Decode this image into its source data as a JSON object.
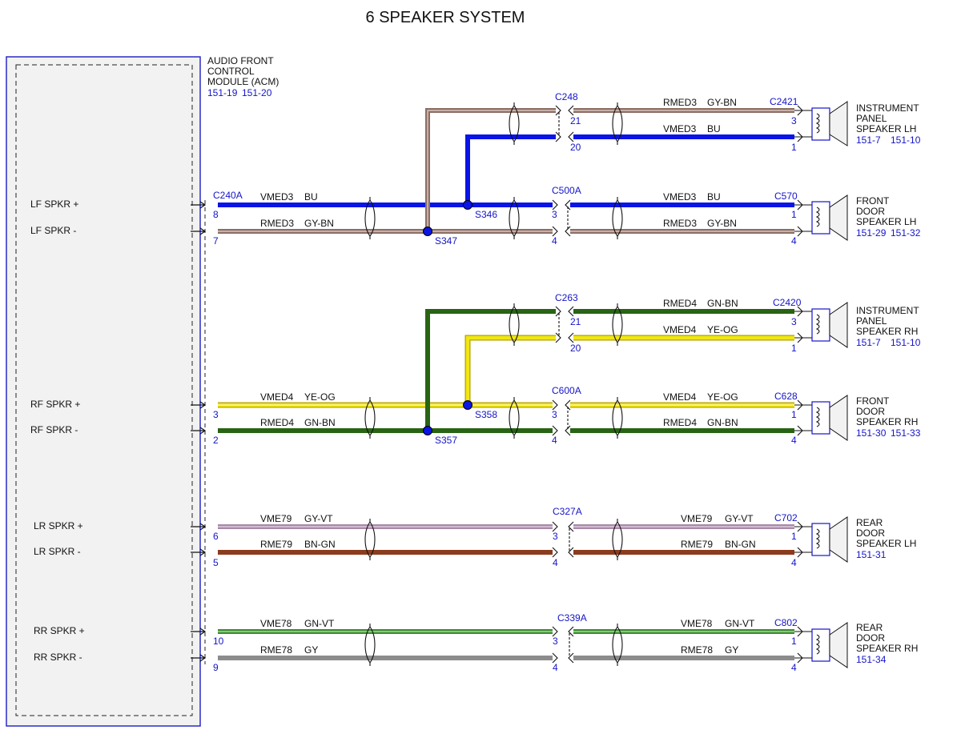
{
  "title": "6 SPEAKER SYSTEM",
  "colors": {
    "BU": "#0a14e6",
    "GY-BN": "#8c6e64",
    "GN-BN": "#286414",
    "YE-OG": "#f0e614",
    "GY-VT": "#b496b4",
    "BN-GN": "#8c3c1e",
    "GN-VT": "#4ba03c",
    "GY": "#8c8c8c",
    "ref": "#1414c8"
  },
  "module": {
    "name_lines": [
      "AUDIO FRONT",
      "CONTROL",
      "MODULE (ACM)"
    ],
    "refs": [
      "151-19",
      "151-20"
    ]
  },
  "pin_labels": [
    "LF SPKR +",
    "LF SPKR -",
    "RF SPKR +",
    "RF SPKR -",
    "LR SPKR +",
    "LR SPKR -",
    "RR SPKR +",
    "RR SPKR -"
  ],
  "left_connectors": [
    {
      "name": "C240A",
      "pins": [
        "8",
        "7"
      ]
    },
    {
      "name": "",
      "pins": [
        "3",
        "2"
      ]
    },
    {
      "name": "",
      "pins": [
        "6",
        "5"
      ]
    },
    {
      "name": "",
      "pins": [
        "10",
        "9"
      ]
    }
  ],
  "splices": [
    "S346",
    "S347",
    "S358",
    "S357"
  ],
  "mid_connectors": [
    {
      "name": "C248",
      "pins": [
        "21",
        "20"
      ]
    },
    {
      "name": "C500A",
      "pins": [
        "3",
        "4"
      ]
    },
    {
      "name": "C263",
      "pins": [
        "21",
        "20"
      ]
    },
    {
      "name": "C600A",
      "pins": [
        "3",
        "4"
      ]
    },
    {
      "name": "C327A",
      "pins": [
        "3",
        "4"
      ]
    },
    {
      "name": "C339A",
      "pins": [
        "3",
        "4"
      ]
    }
  ],
  "speaker_connectors": [
    {
      "name": "C2421",
      "pins": [
        "3",
        "1"
      ]
    },
    {
      "name": "C570",
      "pins": [
        "1",
        "4"
      ]
    },
    {
      "name": "C2420",
      "pins": [
        "3",
        "1"
      ]
    },
    {
      "name": "C628",
      "pins": [
        "1",
        "4"
      ]
    },
    {
      "name": "C702",
      "pins": [
        "1",
        "4"
      ]
    },
    {
      "name": "C802",
      "pins": [
        "1",
        "4"
      ]
    }
  ],
  "wires": {
    "lf_pos": {
      "circuit": "VMED3",
      "color": "BU"
    },
    "lf_neg": {
      "circuit": "RMED3",
      "color": "GY-BN"
    },
    "lf_pos_r": {
      "circuit": "VMED3",
      "color": "BU"
    },
    "lf_neg_r": {
      "circuit": "RMED3",
      "color": "GY-BN"
    },
    "iplh_top": {
      "circuit": "RMED3",
      "color": "GY-BN"
    },
    "iplh_bot": {
      "circuit": "VMED3",
      "color": "BU"
    },
    "rf_pos": {
      "circuit": "VMED4",
      "color": "YE-OG"
    },
    "rf_neg": {
      "circuit": "RMED4",
      "color": "GN-BN"
    },
    "rf_pos_r": {
      "circuit": "VMED4",
      "color": "YE-OG"
    },
    "rf_neg_r": {
      "circuit": "RMED4",
      "color": "GN-BN"
    },
    "iprh_top": {
      "circuit": "RMED4",
      "color": "GN-BN"
    },
    "iprh_bot": {
      "circuit": "VMED4",
      "color": "YE-OG"
    },
    "lr_pos": {
      "circuit": "VME79",
      "color": "GY-VT"
    },
    "lr_neg": {
      "circuit": "RME79",
      "color": "BN-GN"
    },
    "lr_pos_r": {
      "circuit": "VME79",
      "color": "GY-VT"
    },
    "lr_neg_r": {
      "circuit": "RME79",
      "color": "BN-GN"
    },
    "rr_pos": {
      "circuit": "VME78",
      "color": "GN-VT"
    },
    "rr_neg": {
      "circuit": "RME78",
      "color": "GY"
    },
    "rr_pos_r": {
      "circuit": "VME78",
      "color": "GN-VT"
    },
    "rr_neg_r": {
      "circuit": "RME78",
      "color": "GY"
    }
  },
  "speakers": [
    {
      "name_lines": [
        "INSTRUMENT",
        "PANEL",
        "SPEAKER LH"
      ],
      "refs": [
        "151-7",
        "151-10"
      ]
    },
    {
      "name_lines": [
        "FRONT",
        "DOOR",
        "SPEAKER LH"
      ],
      "refs": [
        "151-29",
        "151-32"
      ]
    },
    {
      "name_lines": [
        "INSTRUMENT",
        "PANEL",
        "SPEAKER RH"
      ],
      "refs": [
        "151-7",
        "151-10"
      ]
    },
    {
      "name_lines": [
        "FRONT",
        "DOOR",
        "SPEAKER RH"
      ],
      "refs": [
        "151-30",
        "151-33"
      ]
    },
    {
      "name_lines": [
        "REAR",
        "DOOR",
        "SPEAKER LH"
      ],
      "refs": [
        "151-31",
        ""
      ]
    },
    {
      "name_lines": [
        "REAR",
        "DOOR",
        "SPEAKER RH"
      ],
      "refs": [
        "151-34",
        ""
      ]
    }
  ]
}
